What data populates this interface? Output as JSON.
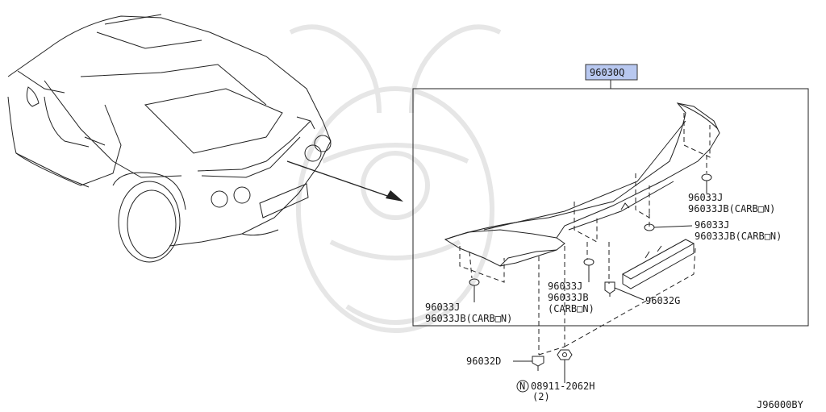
{
  "main_part": {
    "number": "96030Q",
    "highlight": "#b8c8f0"
  },
  "callouts": {
    "grommet_right_upper": [
      "96033J",
      "96033JB(CARB□N)"
    ],
    "grommet_right_lower": [
      "96033J",
      "96033JB(CARB□N)"
    ],
    "grommet_center": [
      "96033J",
      "96033JB",
      "(CARB□N)"
    ],
    "grommet_left": [
      "96033J",
      "96033JB(CARB□N)"
    ],
    "clip": "96032G",
    "bolt": "96032D",
    "nut": "08911-2062H",
    "nut_qty": "(2)",
    "nut_prefix": "N"
  },
  "diagram_id": "J96000BY"
}
